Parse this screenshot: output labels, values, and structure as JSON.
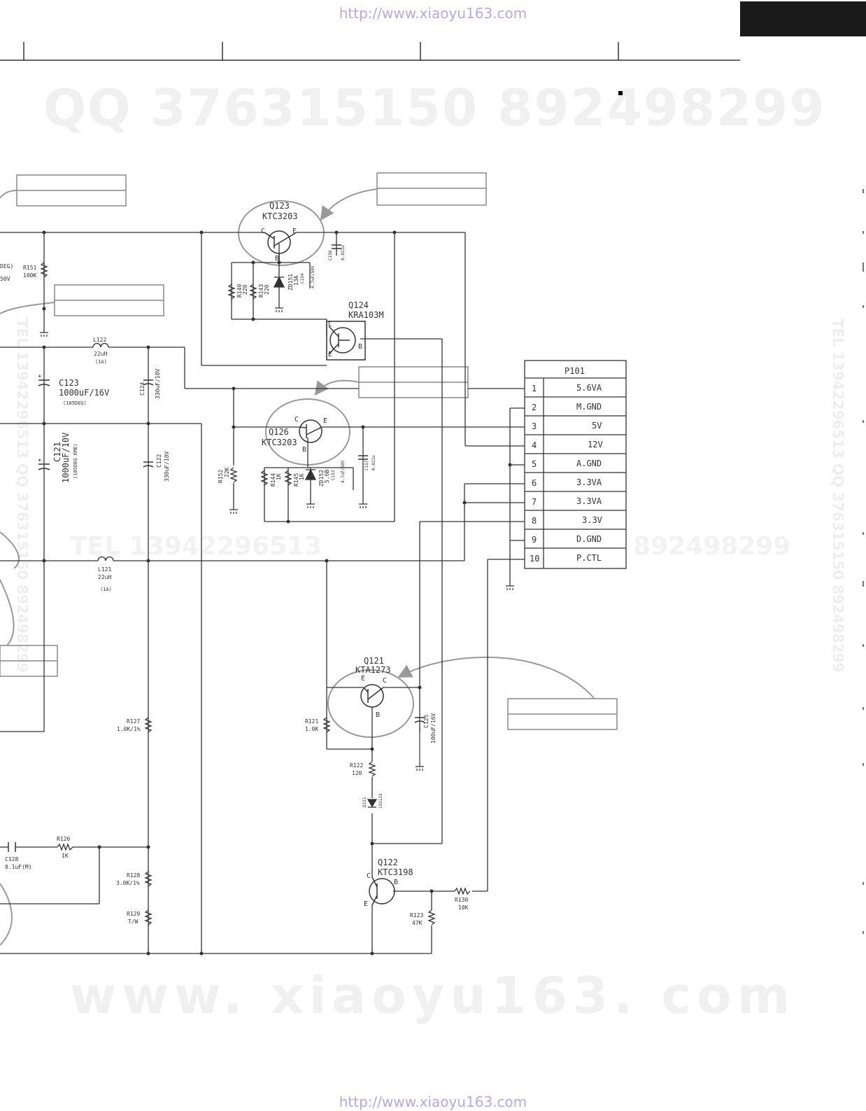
{
  "header": {
    "url_top": "http://www.xiaoyu163.com",
    "url_bottom": "http://www.xiaoyu163.com"
  },
  "watermarks": {
    "qq": "QQ 376315150    892498299",
    "site": "www. xiaoyu163. com",
    "tel_left": "TEL 13942296513",
    "tel_right": "892498299",
    "vertical_left": "TEL 13942296513  QQ 376315150  892498299",
    "vertical_right": "TEL 13942296513  QQ 376315150  892498299"
  },
  "components": {
    "q123": {
      "ref": "Q123",
      "part": "KTC3203"
    },
    "q124": {
      "ref": "Q124",
      "part": "KRA103M"
    },
    "q126": {
      "ref": "Q126",
      "part": "KTC3203"
    },
    "q121": {
      "ref": "Q121",
      "part": "KTA1273"
    },
    "q122": {
      "ref": "Q122",
      "part": "KTC3198"
    },
    "c123": {
      "ref": "C123",
      "value": "1000uF/16V",
      "note": "(105DEG)"
    },
    "c121": {
      "ref": "C121",
      "value": "1000uF/10V",
      "note": "(105DEG KME)"
    },
    "c124": {
      "ref": "C124",
      "value": "330uF/10V"
    },
    "c122": {
      "ref": "C122",
      "value": "330uF/10V"
    },
    "c125": {
      "ref": "C125",
      "value": "100uF/16V"
    },
    "c128": {
      "ref": "C128",
      "value": "0.1uF(M)"
    },
    "c156": {
      "ref": "C156",
      "value": "0.022u"
    },
    "c157": {
      "ref": "C157",
      "value": "0.022u"
    },
    "c154": {
      "ref": "C154",
      "value": "4.7uF/50V"
    },
    "c153": {
      "ref": "C153",
      "value": "4.7uF/50V"
    },
    "l122": {
      "ref": "L122",
      "value": "22uH",
      "note": "(1A)"
    },
    "l121": {
      "ref": "L121",
      "value": "22uH",
      "note": "(1A)"
    },
    "r151": {
      "ref": "R151",
      "value": "100K"
    },
    "r140": {
      "ref": "R140",
      "value": "220"
    },
    "r143": {
      "ref": "R143",
      "value": "220"
    },
    "r152": {
      "ref": "R152",
      "value": "22K"
    },
    "r144": {
      "ref": "R144",
      "value": "1K"
    },
    "r145": {
      "ref": "R145",
      "value": "1K"
    },
    "r127": {
      "ref": "R127",
      "value": "1.0K/1%"
    },
    "r128": {
      "ref": "R128",
      "value": "3.0K/1%"
    },
    "r129": {
      "ref": "R129",
      "value": "T/W"
    },
    "r126": {
      "ref": "R126",
      "value": "1K"
    },
    "r121": {
      "ref": "R121",
      "value": "1.0K"
    },
    "r122": {
      "ref": "R122",
      "value": "120"
    },
    "r130": {
      "ref": "R130",
      "value": "10K"
    },
    "r123": {
      "ref": "R123",
      "value": "47K"
    },
    "zd151": {
      "ref": "ZD151",
      "value": "13A"
    },
    "zd152": {
      "ref": "ZD152",
      "value": "5.6B"
    },
    "d151": {
      "ref": "D151",
      "value": "1SS133"
    },
    "left_partial_1": "DEG)",
    "left_partial_2": "50V"
  },
  "connector": {
    "ref": "P101",
    "pins": [
      {
        "num": "1",
        "label": "5.6VA"
      },
      {
        "num": "2",
        "label": "M.GND"
      },
      {
        "num": "3",
        "label": "5V"
      },
      {
        "num": "4",
        "label": "12V"
      },
      {
        "num": "5",
        "label": "A.GND"
      },
      {
        "num": "6",
        "label": "3.3VA"
      },
      {
        "num": "7",
        "label": "3.3VA"
      },
      {
        "num": "8",
        "label": "3.3V"
      },
      {
        "num": "9",
        "label": "D.GND"
      },
      {
        "num": "10",
        "label": "P.CTL"
      }
    ]
  },
  "pins": {
    "b": "B",
    "c": "C",
    "e": "E"
  },
  "colors": {
    "wire": "#333333",
    "callout": "#999999",
    "callout_box": "#888888",
    "url": "#b8a8e0"
  }
}
